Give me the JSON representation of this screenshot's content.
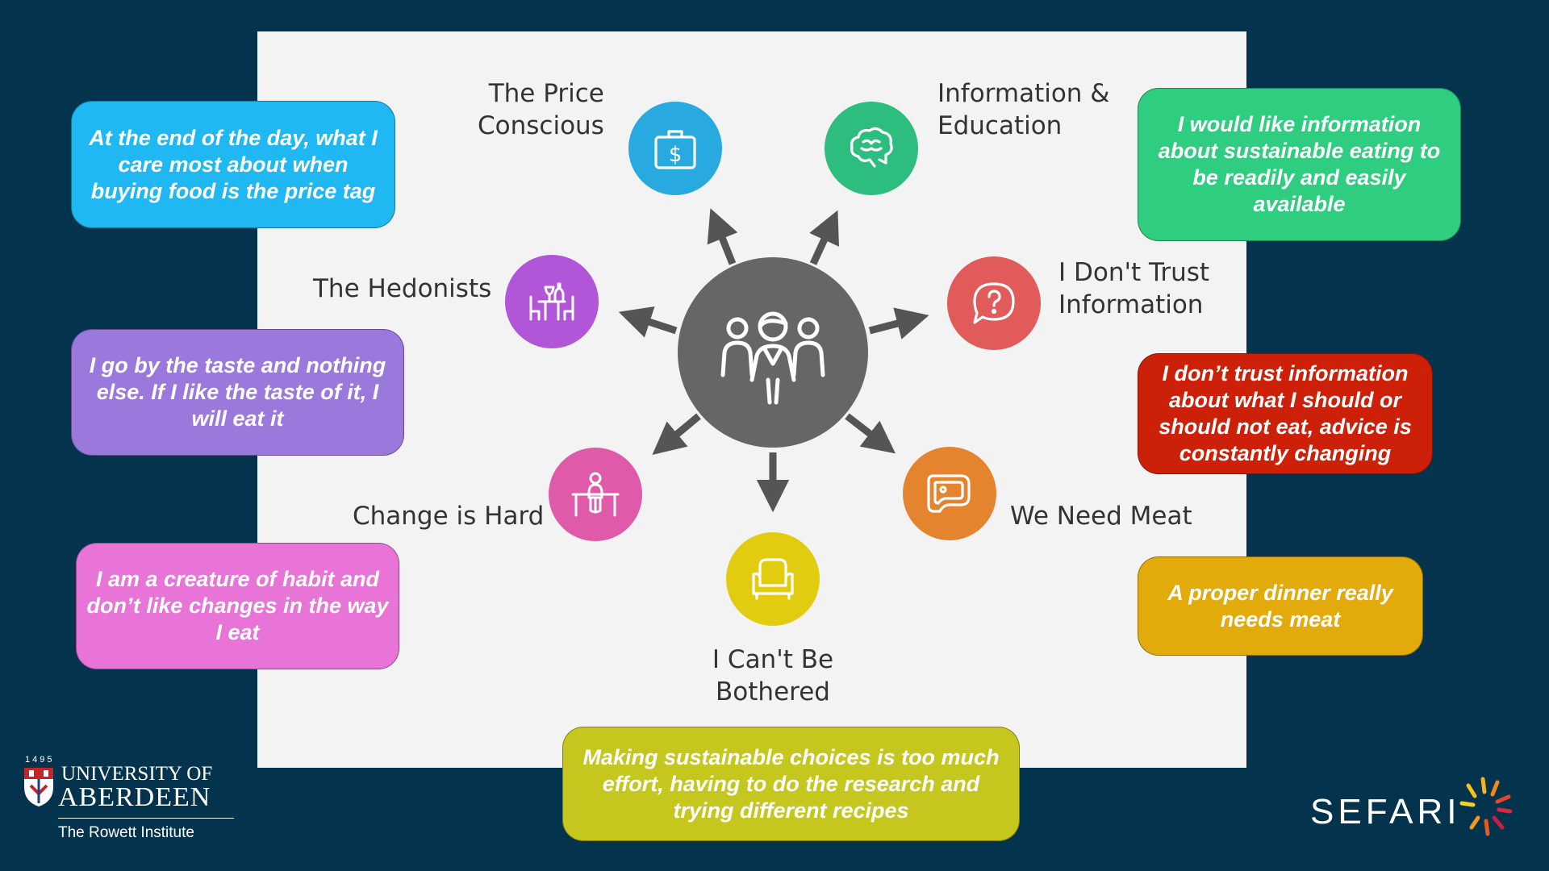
{
  "hub": {
    "icon": "people-group-icon",
    "color": "#666666"
  },
  "segments": [
    {
      "id": "price-conscious",
      "label": "The Price\nConscious",
      "icon": "briefcase-dollar-icon",
      "color": "#28aae1",
      "quote": "At the end of the day, what I care most about when buying food is the price tag",
      "quote_color": "#20b8f2"
    },
    {
      "id": "information-education",
      "label": "Information &\nEducation",
      "icon": "brain-icon",
      "color": "#2dbd7f",
      "quote": "I would like information about sustainable eating to be readily and easily available",
      "quote_color": "#2fcd7f"
    },
    {
      "id": "hedonists",
      "label": "The Hedonists",
      "icon": "dining-table-icon",
      "color": "#b156d8",
      "quote": "I go by the taste and nothing else. If I like the taste of it, I will eat it",
      "quote_color": "#9b78dc"
    },
    {
      "id": "dont-trust",
      "label": "I Don't Trust\nInformation",
      "icon": "question-bubble-icon",
      "color": "#e25b5b",
      "quote": "I don’t trust information about what I should or should not eat, advice is constantly changing",
      "quote_color": "#cc2009"
    },
    {
      "id": "change-hard",
      "label": "Change is Hard",
      "icon": "person-at-desk-icon",
      "color": "#e05aaa",
      "quote": "I am a creature of habit and don’t like changes in the way I eat",
      "quote_color": "#e874d8"
    },
    {
      "id": "need-meat",
      "label": "We Need Meat",
      "icon": "meat-steak-icon",
      "color": "#e5842f",
      "quote": "A proper dinner really needs meat",
      "quote_color": "#e3aa0c"
    },
    {
      "id": "cant-be-bothered",
      "label": "I Can't Be\nBothered",
      "icon": "armchair-icon",
      "color": "#e2cc0f",
      "quote": "Making sustainable choices is too much effort, having to do the research and trying different recipes",
      "quote_color": "#c5c71f"
    }
  ],
  "logos": {
    "uoa": {
      "year": "1495",
      "line1": "UNIVERSITY OF",
      "line2": "ABERDEEN",
      "sub": "The Rowett Institute",
      "icon": "university-crest-icon"
    },
    "sefari": {
      "text": "SEFARI",
      "icon": "sunburst-icon"
    }
  }
}
